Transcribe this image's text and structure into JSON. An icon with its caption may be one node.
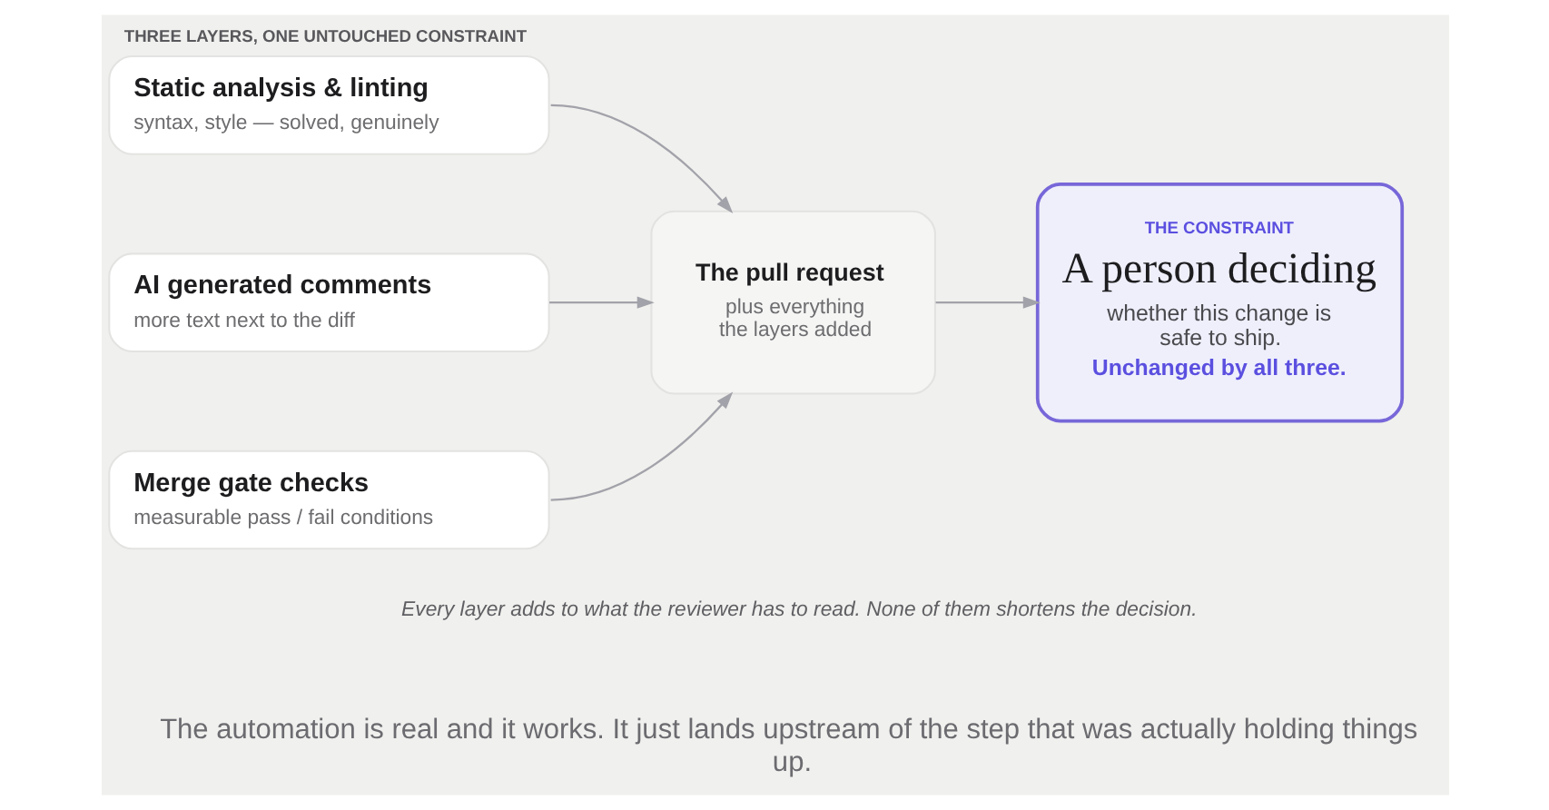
{
  "diagram": {
    "title": "THREE LAYERS, ONE UNTOUCHED CONSTRAINT",
    "caption": "Every layer adds to what the reviewer has to read. None of them shortens the decision.",
    "nodes": [
      {
        "text": [
          "Static analysis & linting",
          "syntax, style — solved, genuinely"
        ]
      },
      {
        "text": [
          "AI generated comments",
          "more text next to the diff"
        ]
      },
      {
        "text": [
          "Merge gate checks",
          "measurable pass / fail conditions"
        ]
      },
      {
        "text": [
          "The pull request",
          "plus everything the layers added"
        ]
      },
      {
        "text": [
          "THE CONSTRAINT",
          "A person deciding",
          "whether this change is safe to ship.",
          "Unchanged by all three."
        ]
      }
    ],
    "edges": [
      {
        "from": 0,
        "to": 3,
        "arrow": "to"
      },
      {
        "from": 1,
        "to": 3,
        "arrow": "to"
      },
      {
        "from": 2,
        "to": 3,
        "arrow": "to"
      },
      {
        "from": 3,
        "to": 4,
        "arrow": "to"
      }
    ],
    "labels": [
      "The automation is real and it works. It just lands upstream of the step that was actually holding things up."
    ]
  }
}
